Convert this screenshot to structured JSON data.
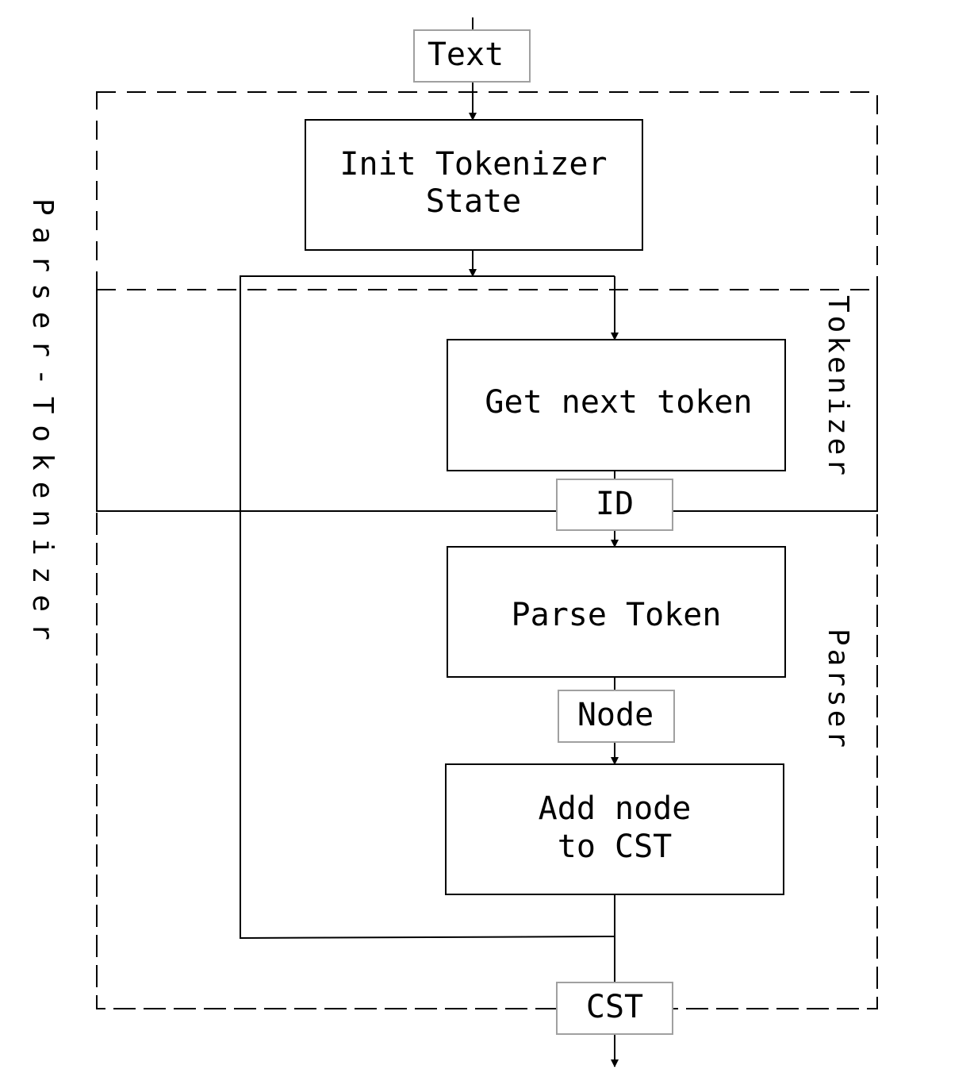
{
  "regions": {
    "outer_label": "Parser-Tokenizer",
    "tokenizer_label": "Tokenizer",
    "parser_label": "Parser"
  },
  "inputs": {
    "text": "Text"
  },
  "steps": {
    "init_line1": "Init Tokenizer",
    "init_line2": "State",
    "get_next": "Get next token",
    "parse": "Parse Token",
    "add_line1": "Add node",
    "add_line2": "to CST"
  },
  "data_items": {
    "id": "ID",
    "node": "Node",
    "cst": "CST"
  }
}
